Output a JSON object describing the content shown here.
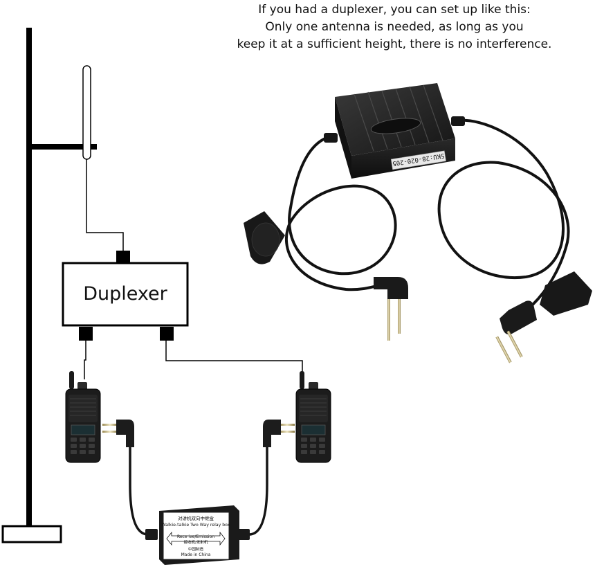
{
  "caption": {
    "line1": "If you had a duplexer, you can set up like this:",
    "line2": "Only one antenna is needed, as long as you",
    "line3": "keep it at a sufficient height, there is no interference."
  },
  "diagram": {
    "duplexer_label": "Duplexer",
    "relay_box": {
      "title_cn": "对讲机双向中继盒",
      "title_en": "Walkie-talkie Two Way relay box",
      "arrow_label_en": "Rece ive/Emission",
      "arrow_label_cn": "接收机/发射机",
      "origin_cn": "中国制造",
      "origin_en": "Made in China"
    },
    "product_sku": "SKU:28-020-205"
  },
  "colors": {
    "ink": "#000000",
    "cable": "#111111",
    "device": "#1c1c1c",
    "screen": "#1b2f33"
  }
}
